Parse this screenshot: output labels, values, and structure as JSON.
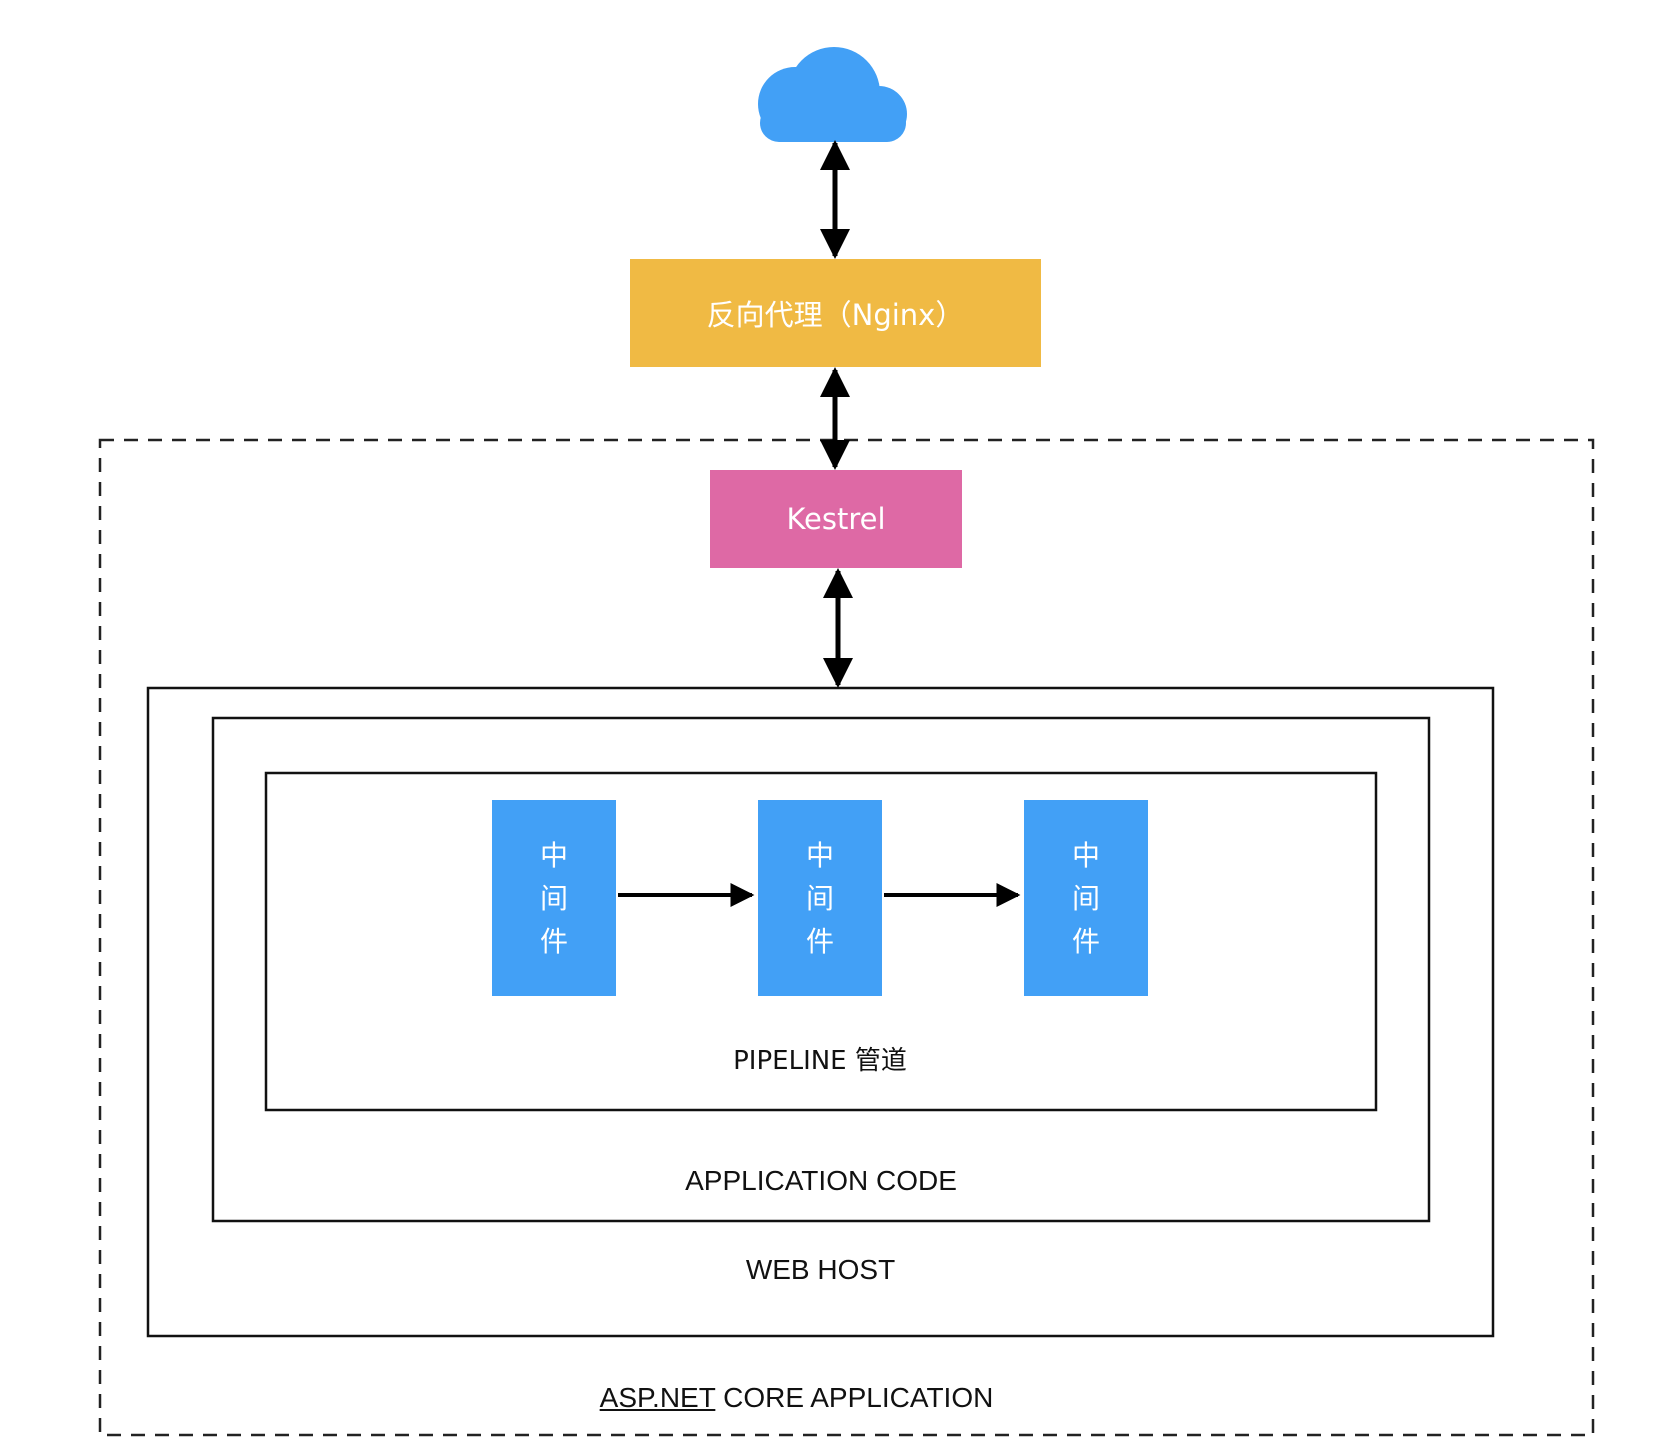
{
  "colors": {
    "cloud": "#42A0F6",
    "proxy": "#F0BA44",
    "kestrel": "#DE69A5",
    "middleware": "#42A0F6",
    "line": "#000000"
  },
  "icons": {
    "cloud": "cloud-icon"
  },
  "proxy": {
    "label": "反向代理（Nginx）"
  },
  "kestrel": {
    "label": "Kestrel"
  },
  "middleware": [
    {
      "chars": [
        "中",
        "间",
        "件"
      ]
    },
    {
      "chars": [
        "中",
        "间",
        "件"
      ]
    },
    {
      "chars": [
        "中",
        "间",
        "件"
      ]
    }
  ],
  "labels": {
    "pipeline": "PIPELINE 管道",
    "application_code": "APPLICATION CODE",
    "web_host": "WEB HOST",
    "aspnet_underlined": "ASP.NET",
    "aspnet_rest": " CORE APPLICATION"
  }
}
